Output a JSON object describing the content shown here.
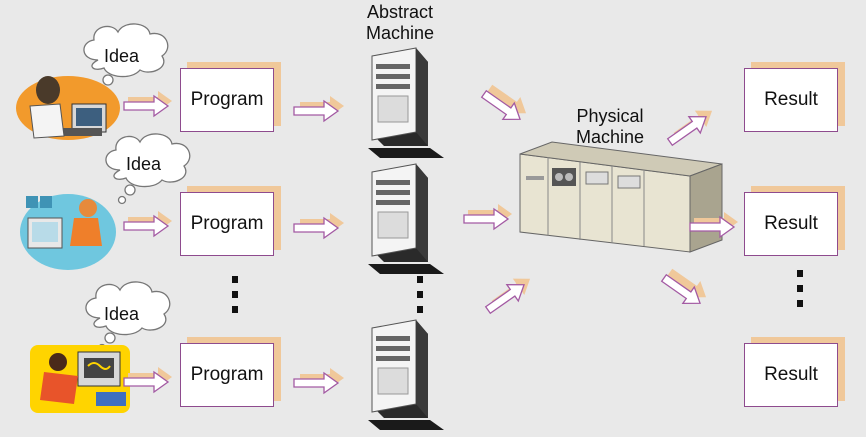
{
  "labels": {
    "abstract_machine": "Abstract\nMachine",
    "physical_machine": "Physical\nMachine"
  },
  "rows": [
    {
      "idea": "Idea",
      "program": "Program",
      "result": "Result"
    },
    {
      "idea": "Idea",
      "program": "Program",
      "result": "Result"
    },
    {
      "idea": "Idea",
      "program": "Program",
      "result": "Result"
    }
  ],
  "colors": {
    "background": "#e9e9e9",
    "box_border": "#8e4b8e",
    "box_shadow": "#f0c89a",
    "arrow_outline": "#a35aa3",
    "arrow_shadow": "#f0c89a"
  },
  "icons": [
    "person-at-computer-icon",
    "woman-at-computer-icon",
    "man-at-computer-icon",
    "server-tower-icon",
    "mainframe-icon",
    "thought-bubble-icon"
  ]
}
